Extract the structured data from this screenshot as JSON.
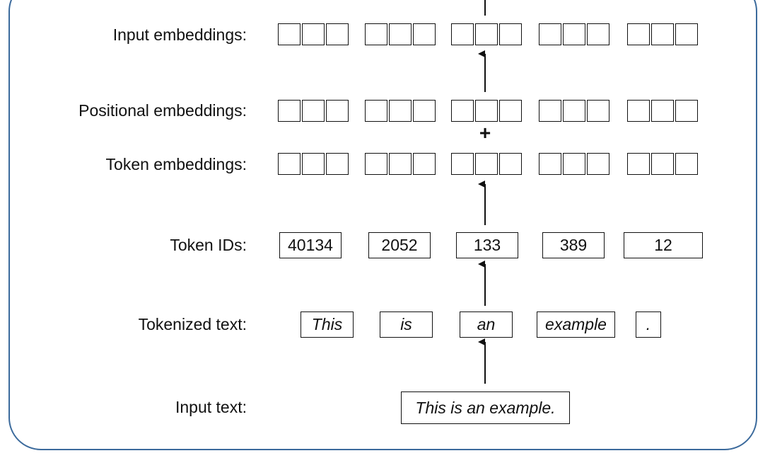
{
  "labels": {
    "input_embeddings": "Input embeddings:",
    "positional_embeddings": "Positional embeddings:",
    "token_embeddings": "Token embeddings:",
    "token_ids": "Token IDs:",
    "tokenized_text": "Tokenized text:",
    "input_text": "Input text:"
  },
  "operator": "+",
  "token_ids": [
    "40134",
    "2052",
    "133",
    "389",
    "12"
  ],
  "tokens": [
    "This",
    "is",
    "an",
    "example",
    "."
  ],
  "input_text": "This is an example.",
  "colors": {
    "frame": "#3b6a9c",
    "stroke": "#111111"
  }
}
